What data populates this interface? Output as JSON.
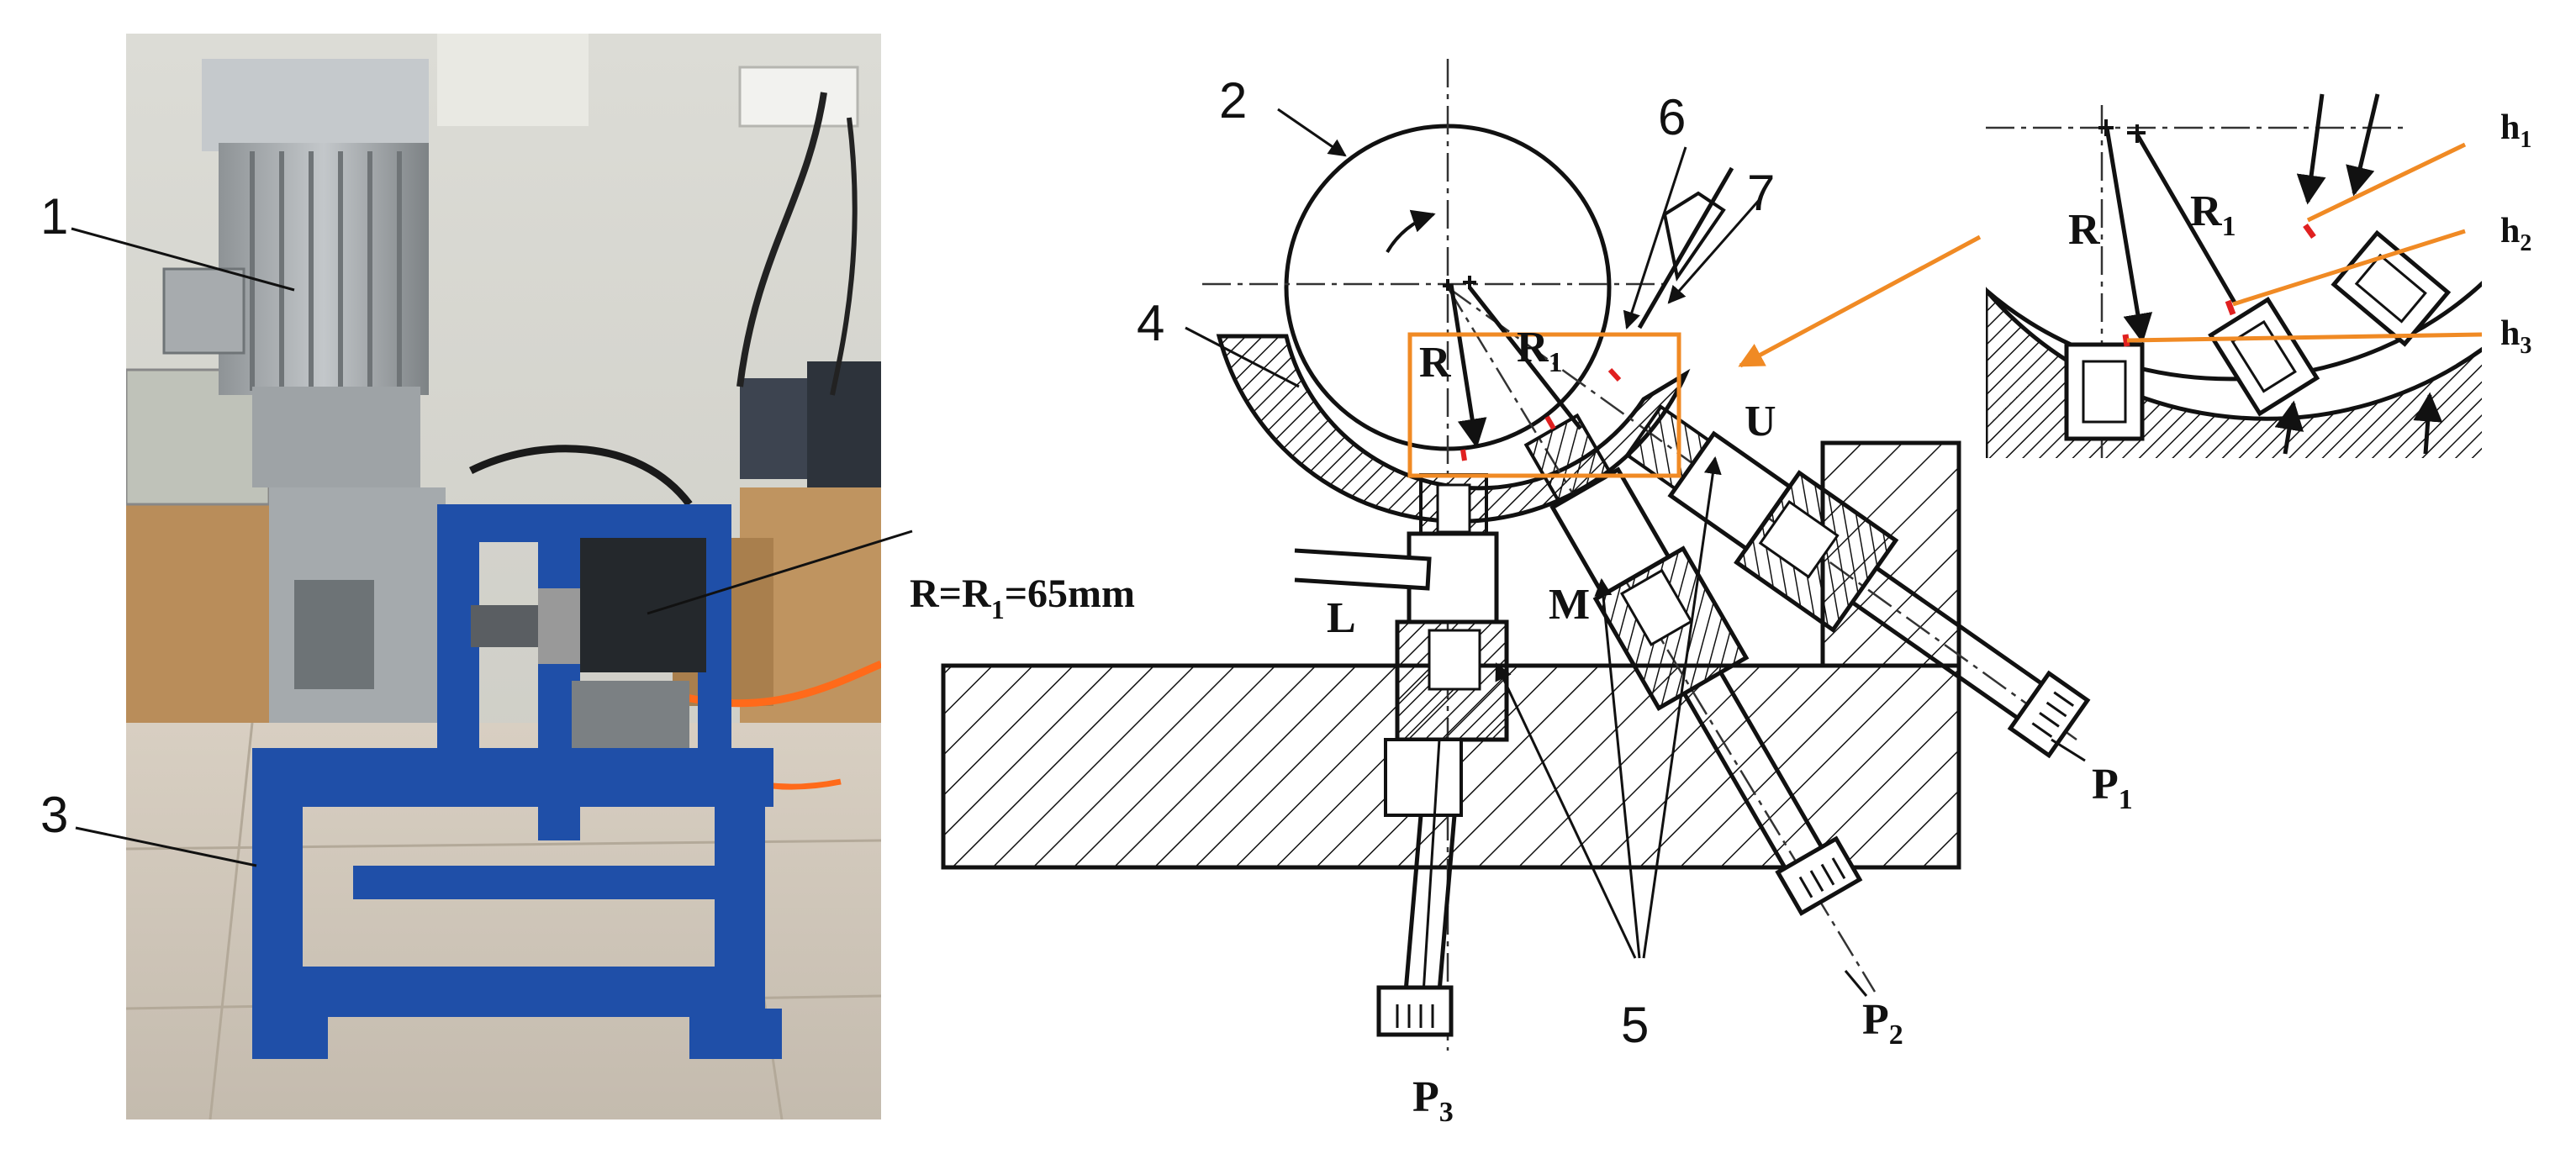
{
  "photo": {
    "callout_1": "1",
    "callout_3": "3"
  },
  "formula": {
    "lhs": "R=R",
    "sub": "1",
    "rhs": "=65mm"
  },
  "diagram": {
    "num_2": "2",
    "num_4": "4",
    "num_5": "5",
    "num_6": "6",
    "num_7": "7",
    "R": "R",
    "R1_main": "R",
    "R1_sub": "1",
    "U": "U",
    "L": "L",
    "M": "M",
    "P1_main": "P",
    "P1_sub": "1",
    "P2_main": "P",
    "P2_sub": "2",
    "P3_main": "P",
    "P3_sub": "3"
  },
  "detail": {
    "R": "R",
    "R1_main": "R",
    "R1_sub": "1",
    "h1_main": "h",
    "h1_sub": "1",
    "h2_main": "h",
    "h2_sub": "2",
    "h3_main": "h",
    "h3_sub": "3"
  },
  "colors": {
    "accent_orange": "#f08a24",
    "mark_red": "#e02020",
    "frame_blue": "#1f4fa8",
    "motor_gray": "#a9adb0"
  }
}
